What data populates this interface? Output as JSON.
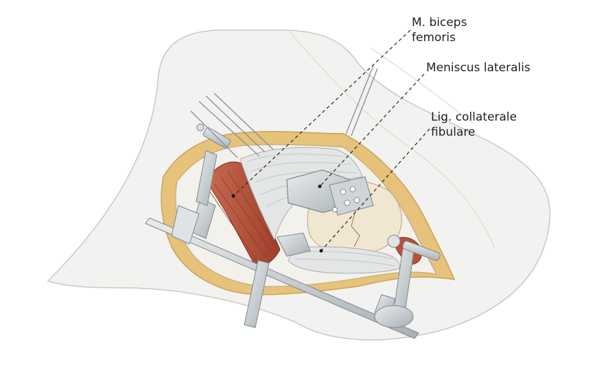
{
  "labels": {
    "biceps": {
      "line1": "M. biceps",
      "line2": "femoris"
    },
    "meniscus": {
      "line1": "Meniscus lateralis"
    },
    "ligament": {
      "line1": "Lig. collaterale",
      "line2": "fibulare"
    }
  },
  "colors": {
    "skin": "#f2f2f0",
    "skin_outline": "#c8c8c4",
    "fat": "#e6c27a",
    "muscle": "#b8503a",
    "tendon": "#e4e6e6",
    "bone": "#f1e6cf",
    "metal": "#c9cfd3",
    "leader": "#222222"
  }
}
